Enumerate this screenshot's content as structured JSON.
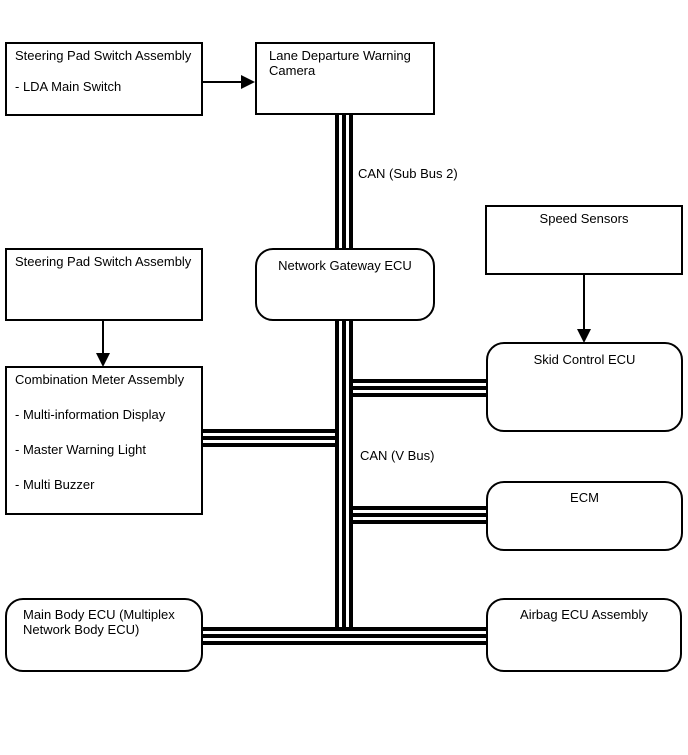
{
  "diagram": {
    "background_color": "#ffffff",
    "line_color": "#000000",
    "labels": {
      "can_sub_bus_2": "CAN (Sub Bus 2)",
      "can_v_bus": "CAN (V Bus)"
    },
    "boxes": {
      "steering_pad_top": {
        "title": "Steering Pad Switch Assembly",
        "items": [
          "- LDA Main Switch"
        ]
      },
      "lda_camera": {
        "title": "Lane Departure Warning Camera"
      },
      "speed_sensors": {
        "title": "Speed Sensors"
      },
      "steering_pad_mid": {
        "title": "Steering Pad Switch Assembly"
      },
      "network_gateway": {
        "title": "Network Gateway ECU"
      },
      "skid_control": {
        "title": "Skid Control ECU"
      },
      "combination_meter": {
        "title": "Combination Meter Assembly",
        "items": [
          "- Multi-information Display",
          "- Master Warning Light",
          "- Multi Buzzer"
        ]
      },
      "ecm": {
        "title": "ECM"
      },
      "main_body_ecu": {
        "title": "Main Body ECU (Multiplex Network Body ECU)"
      },
      "airbag": {
        "title": "Airbag ECU Assembly"
      }
    }
  }
}
